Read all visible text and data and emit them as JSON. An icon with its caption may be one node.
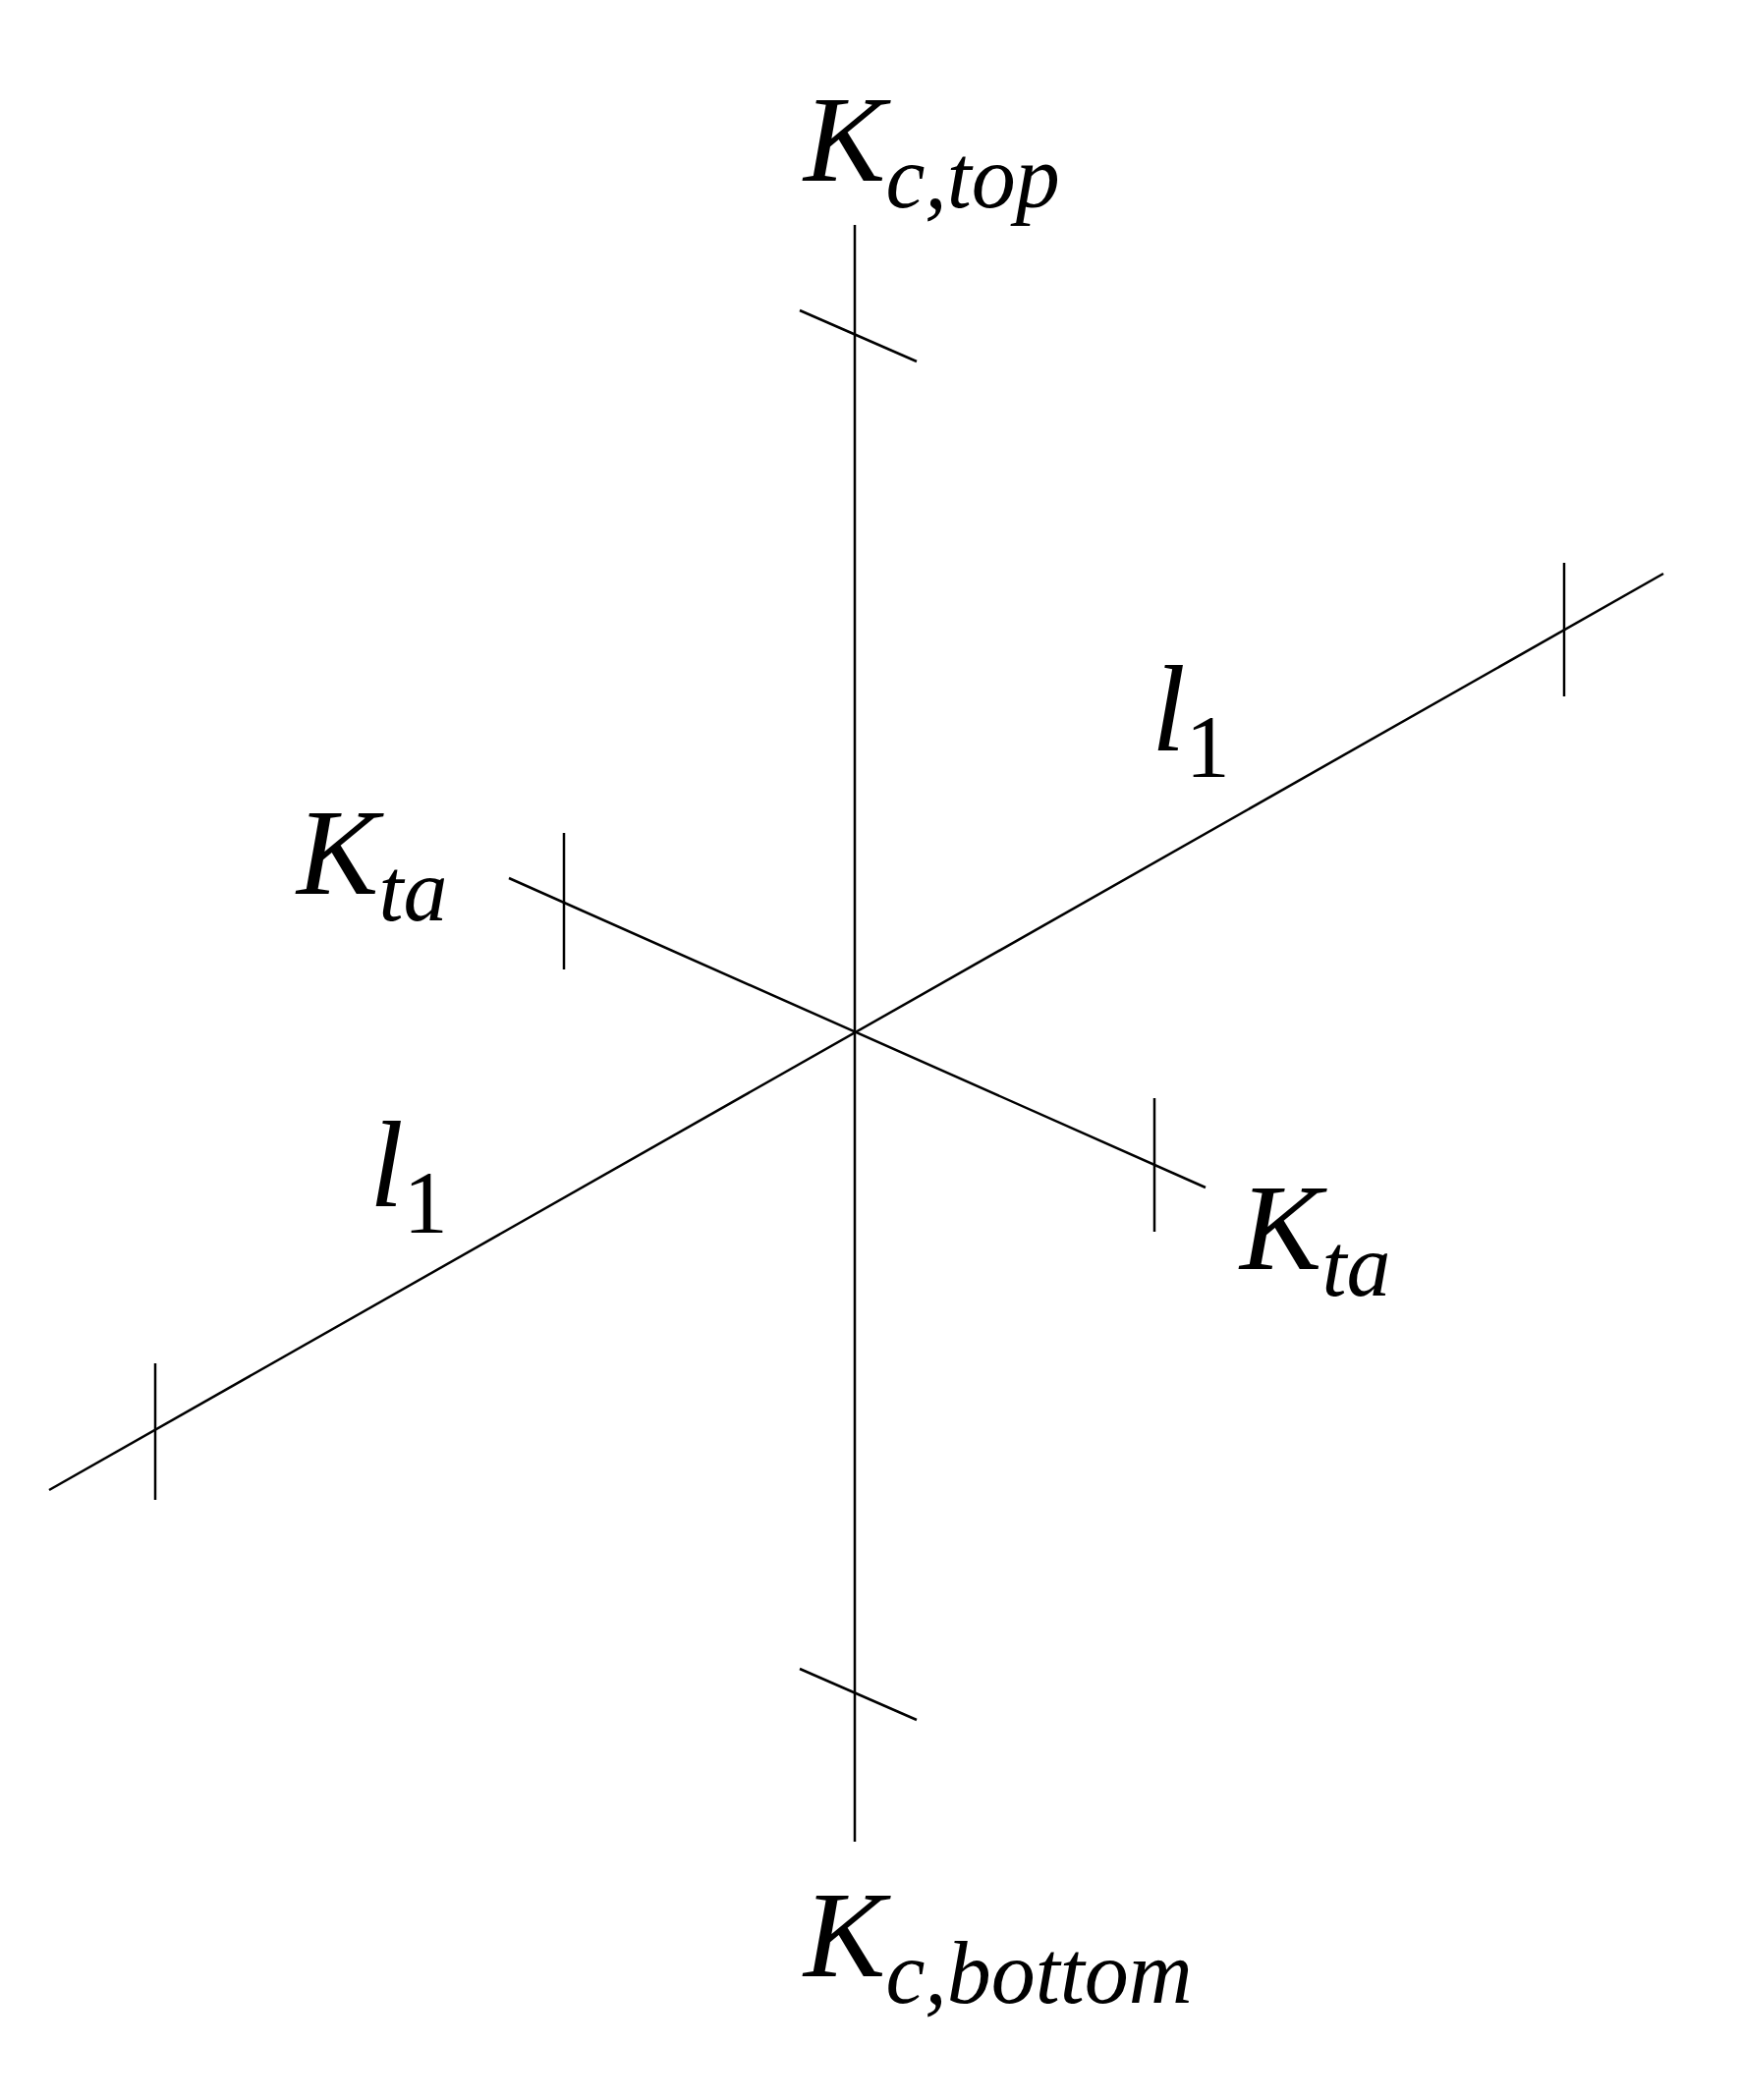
{
  "diagram": {
    "labels": [
      "K$_{c,top}$",
      "*l*$_{1}$",
      "K$_{ta}$",
      "*l*$_{1}$",
      "K$_{ta}$",
      "K$_{c,bottom}$"
    ]
  }
}
